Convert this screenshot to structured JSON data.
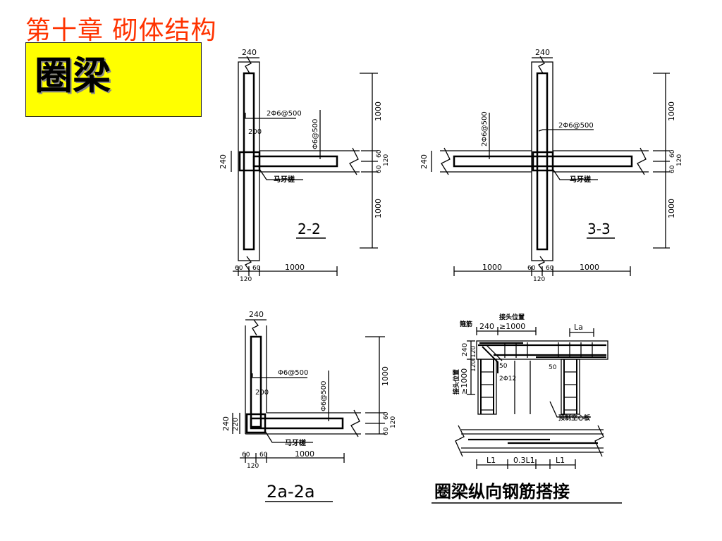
{
  "slide": {
    "chapter_title": "第十章  砌体结构",
    "section_label": "圈梁"
  },
  "detail_2_2": {
    "caption": "2-2",
    "dim_wall_top": "240",
    "dim_wall_left": "240",
    "dim_up": "1000",
    "dim_down": "1000",
    "dim_right_60a": "60",
    "dim_right_60b": "60",
    "dim_right_120": "120",
    "dim_bottom_60a": "60",
    "dim_bottom_60b": "60",
    "dim_bottom_120": "120",
    "dim_bottom_1000": "1000",
    "rebar_1": "2Φ6@500",
    "rebar_2": "Φ6@500",
    "dim_200": "200",
    "tag": "马牙槎"
  },
  "detail_3_3": {
    "caption": "3-3",
    "dim_wall_top": "240",
    "dim_wall_left": "240",
    "dim_up": "1000",
    "dim_down": "1000",
    "dim_right_60a": "60",
    "dim_right_60b": "60",
    "dim_right_120": "120",
    "dim_bottom_60a": "60",
    "dim_bottom_60b": "60",
    "dim_bottom_120": "120",
    "dim_bottom_left": "1000",
    "dim_bottom_right": "1000",
    "rebar_1": "2Φ6@500",
    "rebar_2": "2Φ6@500",
    "tag": "马牙槎"
  },
  "detail_2a_2a": {
    "caption": "2a-2a",
    "dim_wall_top": "240",
    "dim_left_240": "240",
    "dim_left_220": "220",
    "dim_up": "1000",
    "dim_right_60a": "60",
    "dim_right_60b": "60",
    "dim_right_120": "120",
    "dim_bottom_60a": "60",
    "dim_bottom_60b": "60",
    "dim_bottom_120": "120",
    "dim_bottom_1000": "1000",
    "rebar_1": "Φ6@500",
    "rebar_2": "Φ6@500",
    "dim_200": "200",
    "tag": "马牙槎"
  },
  "detail_lap": {
    "caption": "圈梁纵向钢筋搭接",
    "joint_top": "接头位置",
    "stirrup": "箍筋",
    "dim_240": "240",
    "dim_ge1000": "≥1000",
    "dim_la": "La",
    "joint_side": "接头位置",
    "dim_ge1000_v": "≥1000",
    "dim_v_240": "240",
    "dim_v_120a": "120",
    "dim_v_120b": "120",
    "dim_50a": "50",
    "dim_50b": "50",
    "rebar_2phi12": "2Φ12",
    "slab": "预制空心板",
    "dim_l1a": "L1",
    "dim_03l1": "0.3L1",
    "dim_l1b": "L1"
  }
}
